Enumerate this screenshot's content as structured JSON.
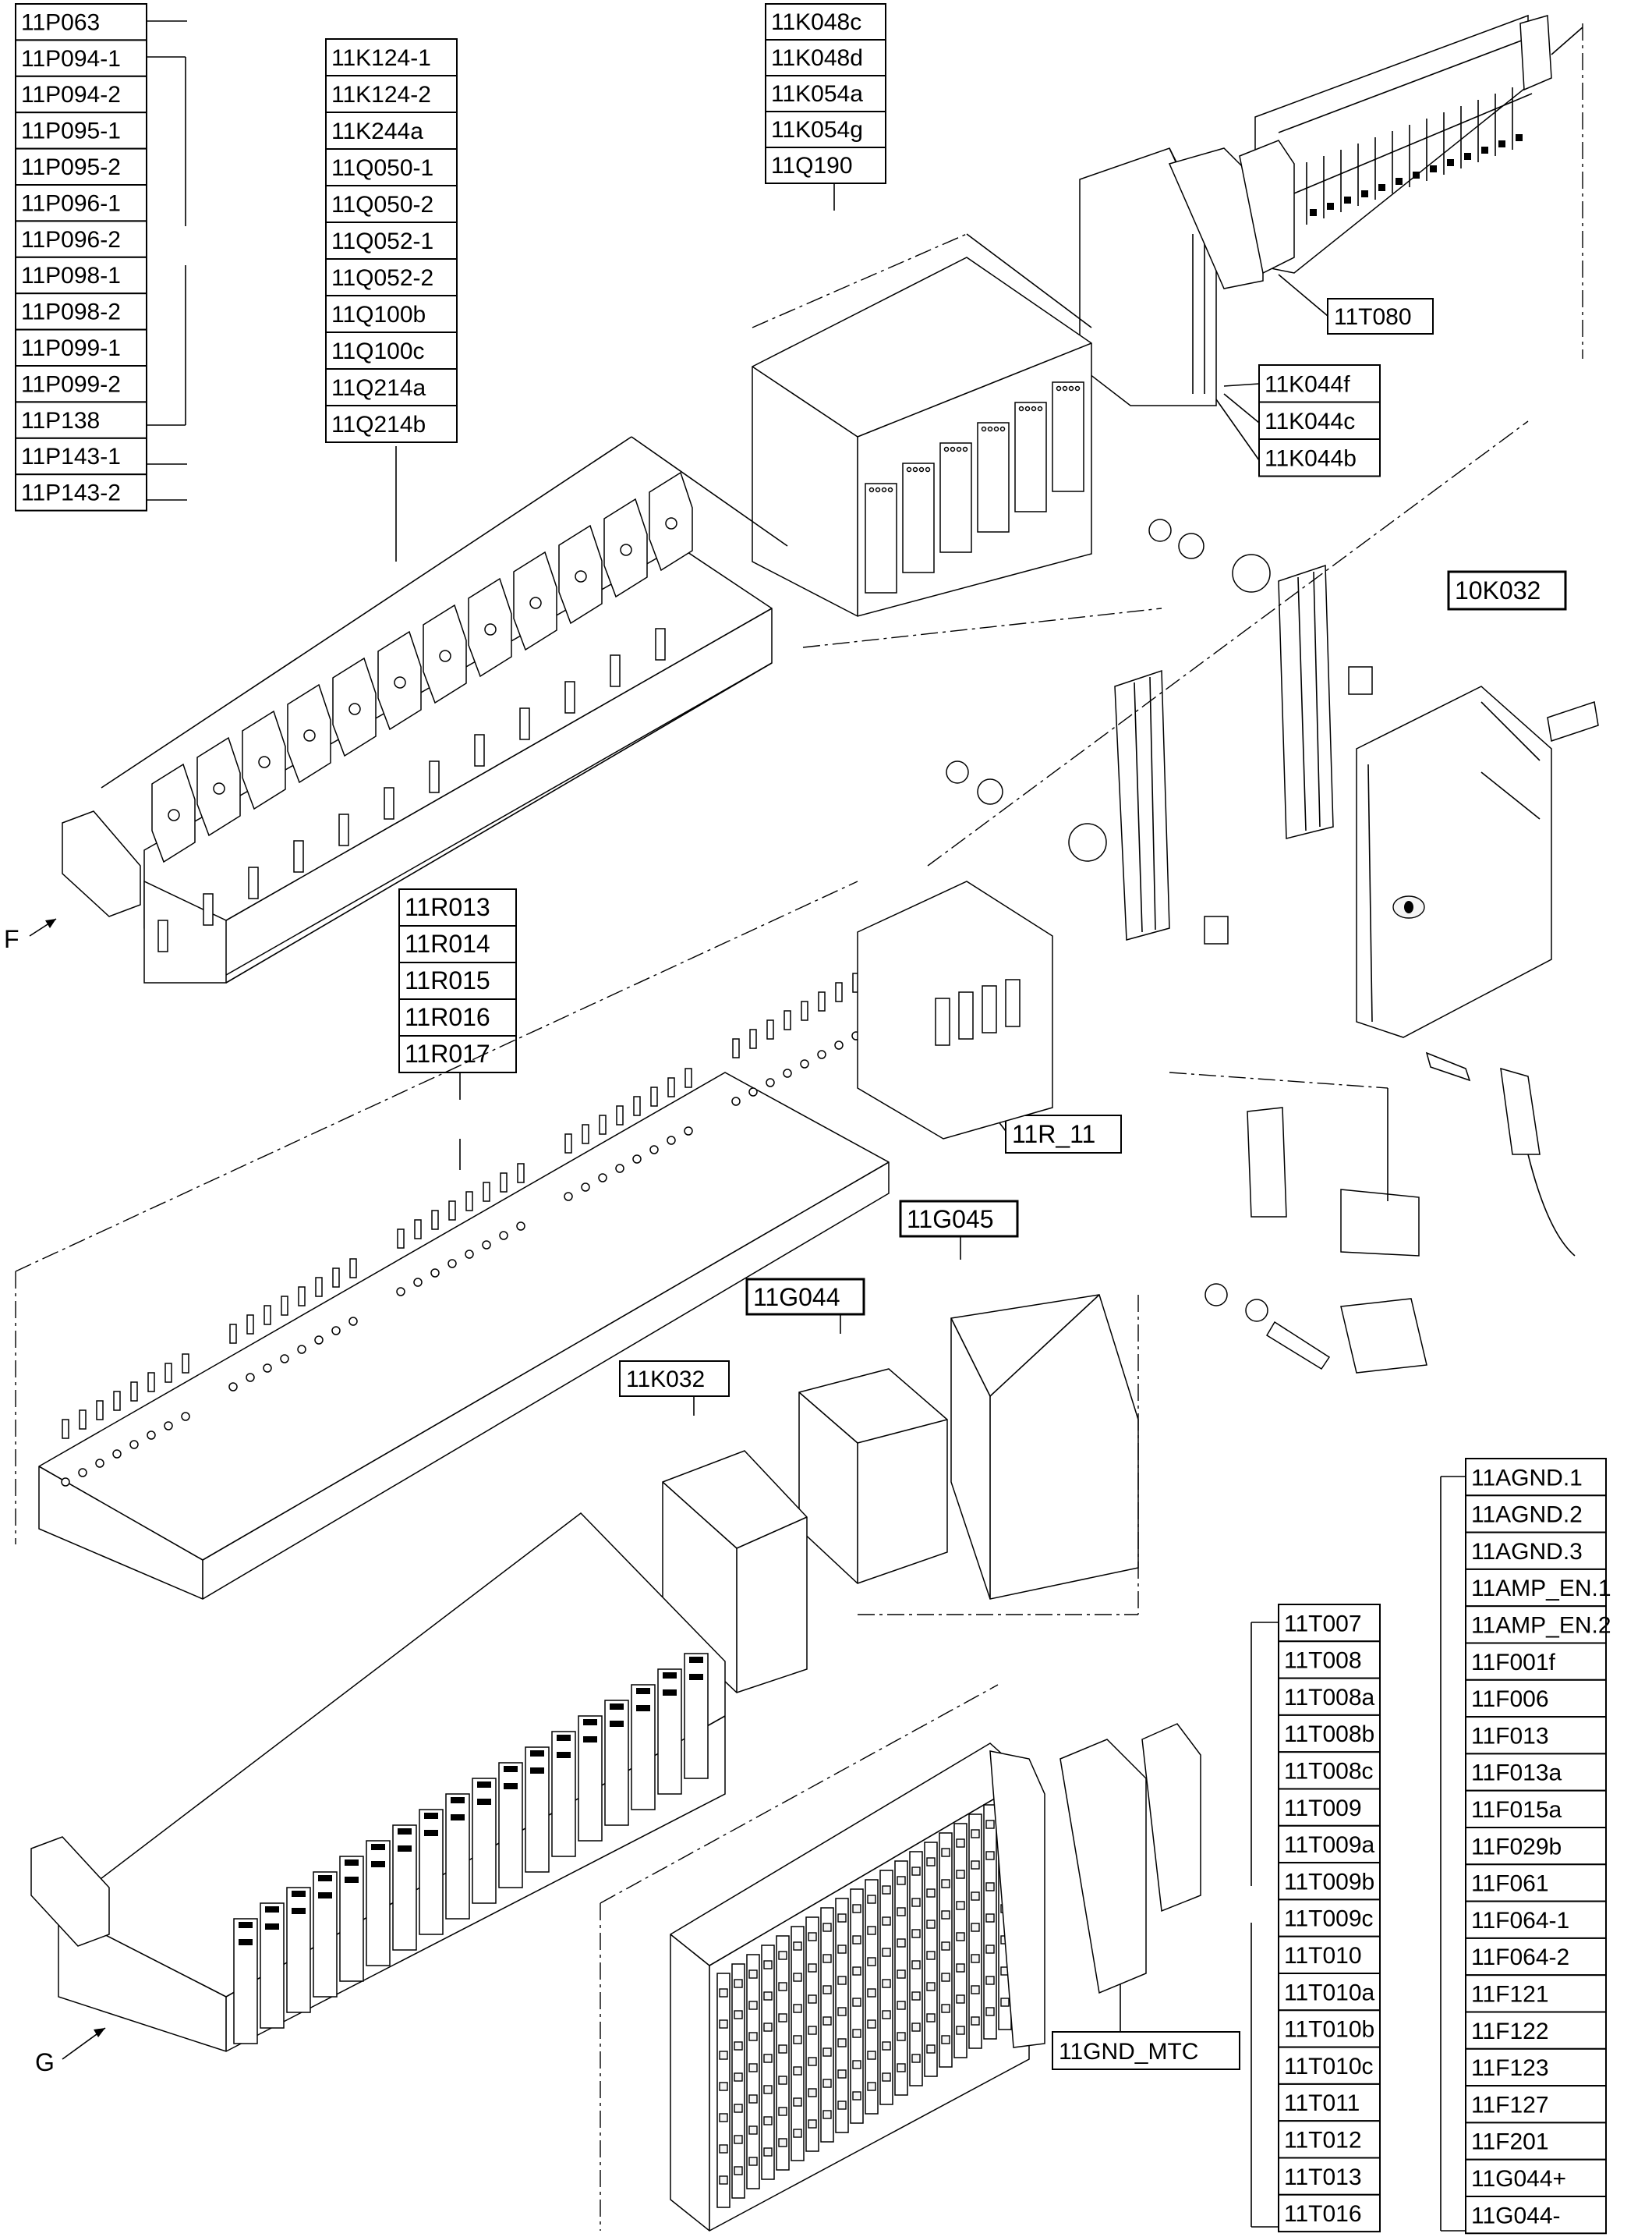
{
  "labels_left": [
    "11P063",
    "11P094-1",
    "11P094-2",
    "11P095-1",
    "11P095-2",
    "11P096-1",
    "11P096-2",
    "11P098-1",
    "11P098-2",
    "11P099-1",
    "11P099-2",
    "11P138",
    "11P143-1",
    "11P143-2"
  ],
  "labels_k124": [
    "11K124-1",
    "11K124-2",
    "11K244a",
    "11Q050-1",
    "11Q050-2",
    "11Q052-1",
    "11Q052-2",
    "11Q100b",
    "11Q100c",
    "11Q214a",
    "11Q214b"
  ],
  "labels_k048": [
    "11K048c",
    "11K048d",
    "11K054a",
    "11K054g",
    "11Q190"
  ],
  "label_t080": "11T080",
  "labels_k044": [
    "11K044f",
    "11K044c",
    "11K044b"
  ],
  "label_10k032": "10K032",
  "labels_r": [
    "11R013",
    "11R014",
    "11R015",
    "11R016",
    "11R017"
  ],
  "label_r11": "11R_11",
  "label_g045": "11G045",
  "label_g044": "11G044",
  "label_k032": "11K032",
  "labels_agnd": [
    "11AGND.1",
    "11AGND.2",
    "11AGND.3",
    "11AMP_EN.1",
    "11AMP_EN.2",
    "11F001f",
    "11F006",
    "11F013",
    "11F013a",
    "11F015a",
    "11F029b",
    "11F061",
    "11F064-1",
    "11F064-2",
    "11F121",
    "11F122",
    "11F123",
    "11F127",
    "11F201",
    "11G044+",
    "11G044-"
  ],
  "labels_t": [
    "11T007",
    "11T008",
    "11T008a",
    "11T008b",
    "11T008c",
    "11T009",
    "11T009a",
    "11T009b",
    "11T009c",
    "11T010",
    "11T010a",
    "11T010b",
    "11T010c",
    "11T011",
    "11T012",
    "11T013",
    "11T016"
  ],
  "label_gnd_mtc": "11GND_MTC",
  "view_f": "F",
  "view_g": "G"
}
